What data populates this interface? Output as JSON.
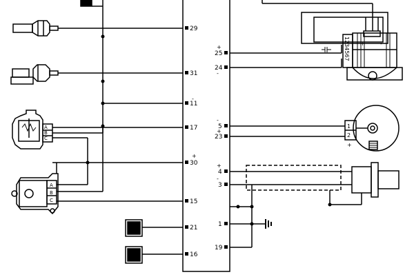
{
  "ecu": {
    "left_pins": [
      {
        "id": "29",
        "label": "29"
      },
      {
        "id": "31",
        "label": "31"
      },
      {
        "id": "11",
        "label": "11",
        "sign": "-"
      },
      {
        "id": "17",
        "label": "17"
      },
      {
        "id": "30",
        "label": "30",
        "sign": "+"
      },
      {
        "id": "15",
        "label": "15"
      },
      {
        "id": "21",
        "label": "21"
      },
      {
        "id": "16",
        "label": "16"
      }
    ],
    "right_pins": [
      {
        "id": "25",
        "label": "25",
        "sign_top": "+"
      },
      {
        "id": "24",
        "label": "24",
        "sign_top": "",
        "sign_bottom": "-"
      },
      {
        "id": "5",
        "label": "5",
        "sign_top": "-"
      },
      {
        "id": "23",
        "label": "23",
        "sign_top": "+"
      },
      {
        "id": "4",
        "label": "4",
        "sign_top": "+"
      },
      {
        "id": "3",
        "label": "3",
        "sign_top": "-"
      },
      {
        "id": "1",
        "label": "1"
      },
      {
        "id": "19",
        "label": "19"
      }
    ]
  },
  "components": {
    "throttle_sensor": {
      "pins": [
        "A",
        "B",
        "C"
      ]
    },
    "map_sensor": {
      "pins": [
        "A",
        "B",
        "C"
      ]
    },
    "coil_connector": {
      "pins": "1234567",
      "plus": "+",
      "minus": "-"
    },
    "speed_sensor": {
      "pins": [
        "1",
        "2"
      ],
      "plus": "+"
    }
  },
  "icons": [
    "ground-icon",
    "capacitor-icon",
    "fuse-box-icon"
  ]
}
